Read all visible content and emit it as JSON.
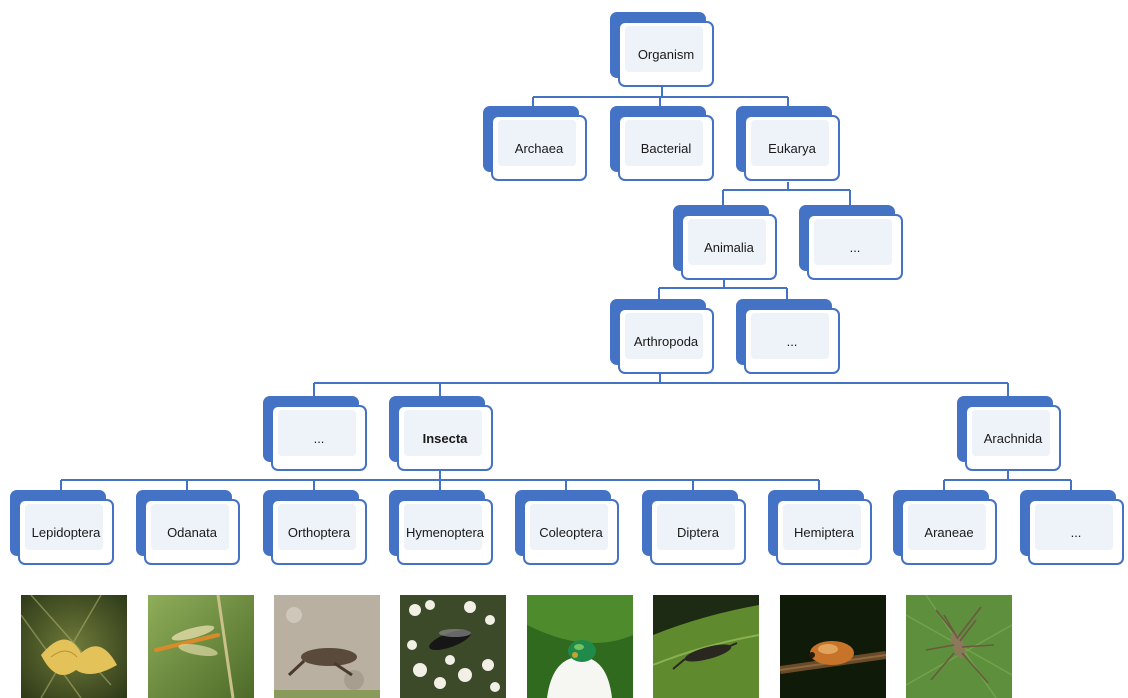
{
  "colors": {
    "accent": "#4472C4",
    "inner_fill": "#EEF2F9",
    "line": "#4472C4"
  },
  "nodes": {
    "organism": "Organism",
    "archaea": "Archaea",
    "bacterial": "Bacterial",
    "eukarya": "Eukarya",
    "animalia": "Animalia",
    "eukarya_other": "...",
    "arthropoda": "Arthropoda",
    "animalia_other": "...",
    "arthropoda_other": "...",
    "insecta": "Insecta",
    "arachnida": "Arachnida",
    "lepidoptera": "Lepidoptera",
    "odanata": "Odanata",
    "orthoptera": "Orthoptera",
    "hymenoptera": "Hymenoptera",
    "coleoptera": "Coleoptera",
    "diptera": "Diptera",
    "hemiptera": "Hemiptera",
    "araneae": "Araneae",
    "arachnida_other": "..."
  },
  "photos": [
    {
      "subject": "yellow-moth-photo"
    },
    {
      "subject": "orange-dragonfly-photo"
    },
    {
      "subject": "grasshopper-photo"
    },
    {
      "subject": "wasp-on-flowers-photo"
    },
    {
      "subject": "green-beetle-photo"
    },
    {
      "subject": "fly-on-leaf-photo"
    },
    {
      "subject": "planthopper-photo"
    },
    {
      "subject": "spider-photo"
    }
  ]
}
